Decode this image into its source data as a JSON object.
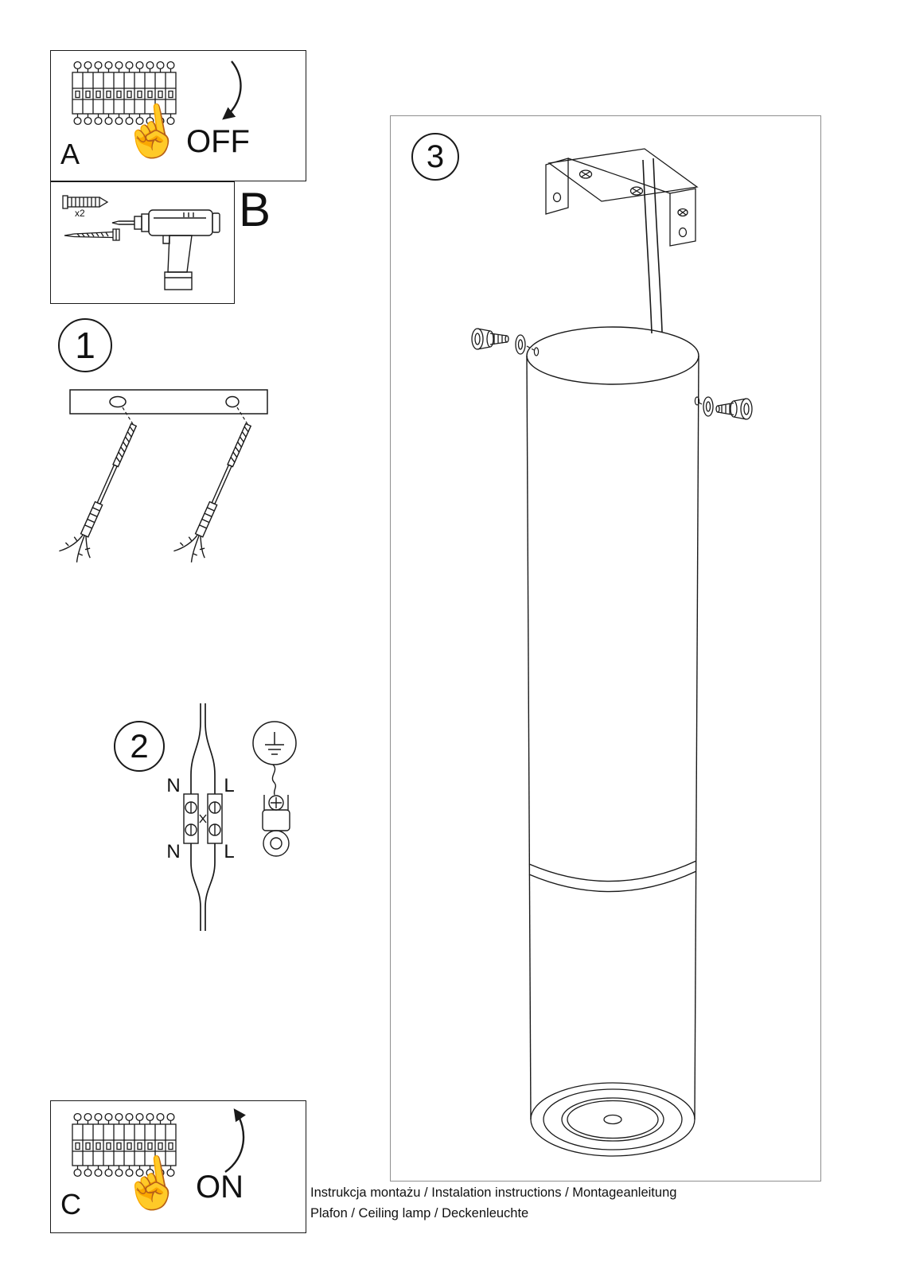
{
  "page": {
    "background": "#ffffff",
    "ink": "#1a1a1a"
  },
  "steps": {
    "a": {
      "label": "A",
      "switch_state": "OFF"
    },
    "b": {
      "label": "B",
      "anchor_quantity": "x2"
    },
    "one": {
      "label": "1"
    },
    "two": {
      "label": "2",
      "terminal_top_left": "N",
      "terminal_top_right": "L",
      "terminal_bottom_left": "N",
      "terminal_bottom_right": "L"
    },
    "three": {
      "label": "3"
    },
    "c": {
      "label": "C",
      "switch_state": "ON"
    }
  },
  "footer": {
    "line1": "Instrukcja montażu / Instalation instructions / Montageanleitung",
    "line2": "Plafon / Ceiling lamp / Deckenleuchte"
  }
}
